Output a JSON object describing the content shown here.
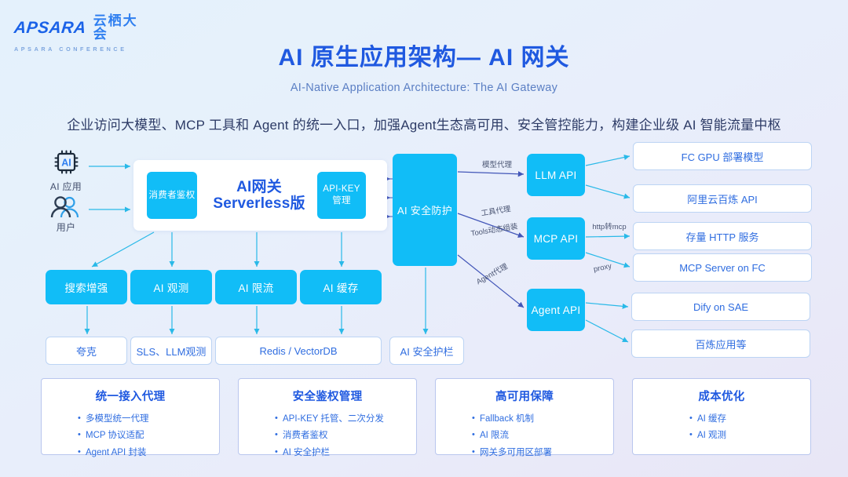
{
  "logo": {
    "brand": "APSARA",
    "brand_cn": "云栖大会",
    "sub": "APSARA CONFERENCE"
  },
  "header": {
    "title": "AI 原生应用架构— AI 网关",
    "subtitle": "AI-Native Application Architecture: The AI Gateway",
    "lede": "企业访问大模型、MCP 工具和 Agent 的统一入口，加强Agent生态高可用、安全管控能力，构建企业级 AI 智能流量中枢"
  },
  "actors": [
    {
      "label": "AI 应用",
      "icon": "chip-ai-icon"
    },
    {
      "label": "用户",
      "icon": "users-icon"
    }
  ],
  "gateway": {
    "consumer_auth": "消费者鉴权",
    "title_line1": "AI网关",
    "title_line2": "Serverless版",
    "apikey_line1": "API-KEY",
    "apikey_line2": "管理"
  },
  "security": {
    "label": "AI 安全防护"
  },
  "apis": [
    {
      "id": "llm",
      "label": "LLM API"
    },
    {
      "id": "mcp",
      "label": "MCP API"
    },
    {
      "id": "agent",
      "label": "Agent API"
    }
  ],
  "edge_labels": {
    "model_proxy": "模型代理",
    "tool_proxy": "工具代理",
    "tools_dynamic": "Tools动态组装",
    "agent_proxy": "Agent代理",
    "http2mcp": "http转mcp",
    "proxy": "proxy"
  },
  "targets": [
    {
      "id": "fcgpu",
      "label": "FC GPU 部署模型"
    },
    {
      "id": "bailian",
      "label": "阿里云百炼 API"
    },
    {
      "id": "http",
      "label": "存量 HTTP 服务"
    },
    {
      "id": "mcpfc",
      "label": "MCP Server on FC"
    },
    {
      "id": "dify",
      "label": "Dify on SAE"
    },
    {
      "id": "app",
      "label": "百炼应用等"
    }
  ],
  "features": [
    {
      "id": "search",
      "label": "搜索增强"
    },
    {
      "id": "obs",
      "label": "AI 观测"
    },
    {
      "id": "limit",
      "label": "AI 限流"
    },
    {
      "id": "cache",
      "label": "AI 缓存"
    }
  ],
  "implementations": [
    {
      "id": "quark",
      "label": "夸克"
    },
    {
      "id": "sls",
      "label": "SLS、LLM观测"
    },
    {
      "id": "redis",
      "label": "Redis / VectorDB"
    },
    {
      "id": "guard",
      "label": "AI 安全护栏"
    }
  ],
  "summary_cards": [
    {
      "title": "统一接入代理",
      "items": [
        "多模型统一代理",
        "MCP 协议适配",
        "Agent API 封装"
      ]
    },
    {
      "title": "安全鉴权管理",
      "items": [
        "API-KEY 托管、二次分发",
        "消费者鉴权",
        "AI 安全护栏"
      ]
    },
    {
      "title": "高可用保障",
      "items": [
        "Fallback 机制",
        "AI 限流",
        "网关多可用区部署"
      ]
    },
    {
      "title": "成本优化",
      "items": [
        "AI 缓存",
        "AI 观测"
      ]
    }
  ],
  "colors": {
    "accent_blue": "#11bdf7",
    "title_blue": "#1f59e0",
    "link_cyan": "#29b9e8",
    "link_indigo": "#4256b8"
  }
}
